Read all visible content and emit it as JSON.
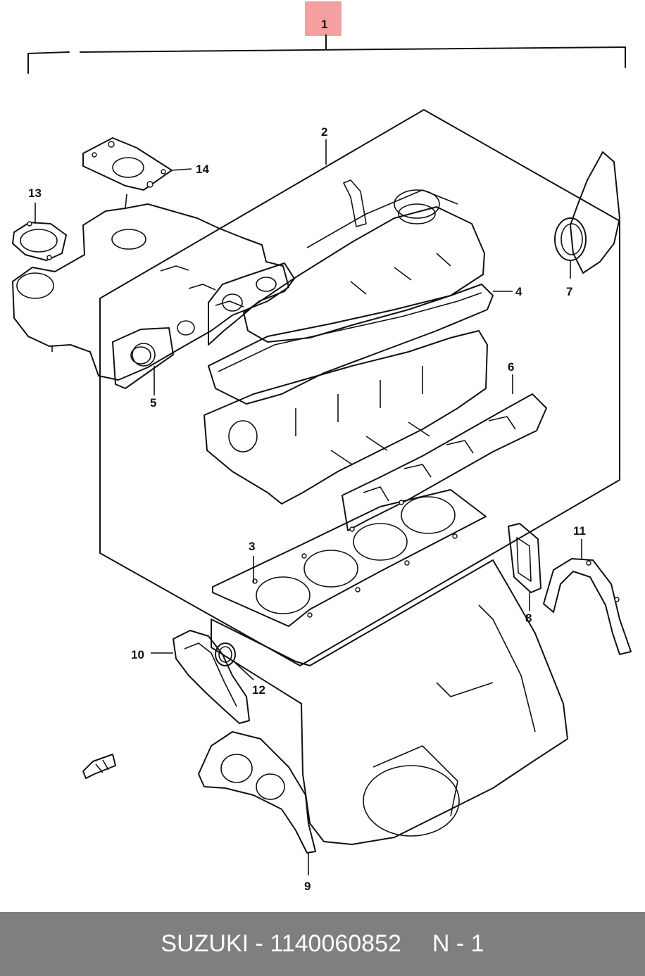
{
  "diagram": {
    "callouts": [
      {
        "id": "1",
        "text": "1"
      },
      {
        "id": "2",
        "text": "2"
      },
      {
        "id": "3",
        "text": "3"
      },
      {
        "id": "4",
        "text": "4"
      },
      {
        "id": "5",
        "text": "5"
      },
      {
        "id": "6",
        "text": "6"
      },
      {
        "id": "7",
        "text": "7"
      },
      {
        "id": "8",
        "text": "8"
      },
      {
        "id": "9",
        "text": "9"
      },
      {
        "id": "10",
        "text": "10"
      },
      {
        "id": "11",
        "text": "11"
      },
      {
        "id": "12",
        "text": "12"
      },
      {
        "id": "13",
        "text": "13"
      },
      {
        "id": "14",
        "text": "14"
      }
    ],
    "highlight_color": "#f4a0a0",
    "line_color": "#111111"
  },
  "footer": {
    "brand": "SUZUKI",
    "separator": "-",
    "part_number": "1140060852",
    "note": "N - 1",
    "background": "#7f7f7f"
  }
}
